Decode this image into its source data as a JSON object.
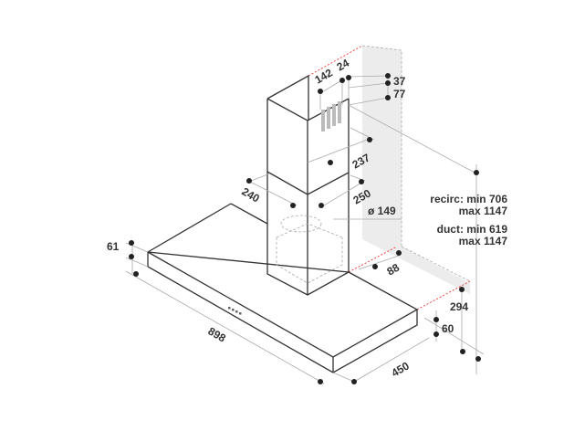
{
  "dimensions": {
    "d142": "142",
    "d24": "24",
    "d37": "37",
    "d77": "77",
    "d237": "237",
    "d240": "240",
    "d250": "250",
    "d149": "ø 149",
    "d61": "61",
    "d88": "88",
    "d294": "294",
    "d60": "60",
    "d898": "898",
    "d450": "450"
  },
  "notes": {
    "recirc_min": "recirc: min 706",
    "recirc_max": "max 1147",
    "duct_min": "duct: min 619",
    "duct_max": "max 1147"
  }
}
